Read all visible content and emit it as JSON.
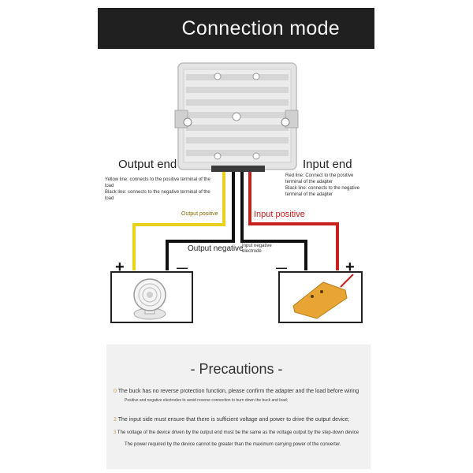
{
  "banner": {
    "title": "Connection mode"
  },
  "output_end": {
    "title": "Output end",
    "desc": "Yellow line: connects to the positive terminal of the load\nBlack line: connects to the negative terminal of the load"
  },
  "input_end": {
    "title": "Input end",
    "desc": "Red line: Connect to the positive terminal of the adapter\nBlack line: connects to the negative terminal of the adapter"
  },
  "wires": {
    "output_positive": "Output positive",
    "output_negative": "Output negative",
    "input_negative": "Input negative electrode",
    "input_positive": "Input positive"
  },
  "signs": {
    "plus": "+",
    "minus": "—"
  },
  "wire_colors": {
    "yellow": "#e8d21c",
    "black": "#111111",
    "red": "#c8201c"
  },
  "precautions": {
    "title": "- Precautions -",
    "items": [
      {
        "num": "0",
        "text": "The buck has no reverse protection function, please confirm the adapter and the load before wiring",
        "sub": "Positive and negative electrodes to avoid reverse connection to burn down the buck and load;"
      },
      {
        "num": "2",
        "text": "The input side must ensure that there is sufficient voltage and power to drive the output device;",
        "sub": ""
      },
      {
        "num": "3",
        "text": "The voltage of the device driven by the output end must be the same as the voltage output by the step-down device",
        "sub": "The power required by the device cannot be greater than the maximum carrying power of the converter."
      }
    ]
  }
}
